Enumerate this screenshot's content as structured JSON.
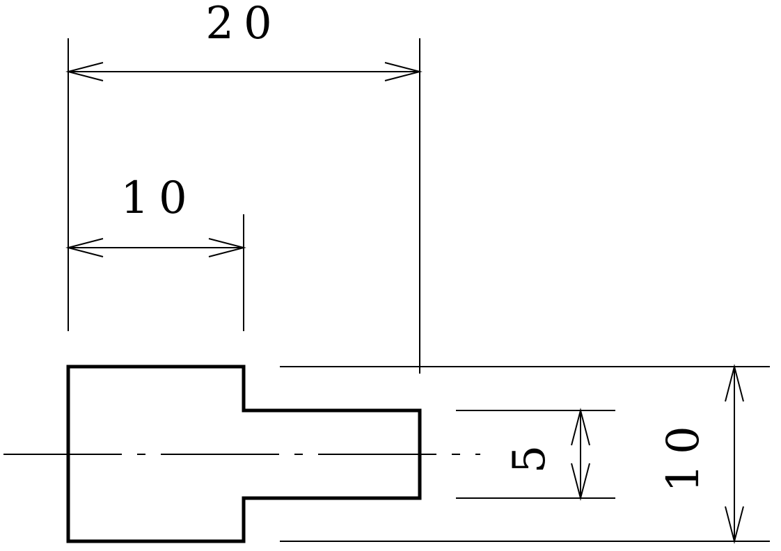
{
  "dimensions": {
    "overall_length": "20",
    "head_length": "10",
    "shank_diameter": "5",
    "head_diameter": "10"
  },
  "colors": {
    "line": "#000000",
    "background": "#ffffff"
  }
}
